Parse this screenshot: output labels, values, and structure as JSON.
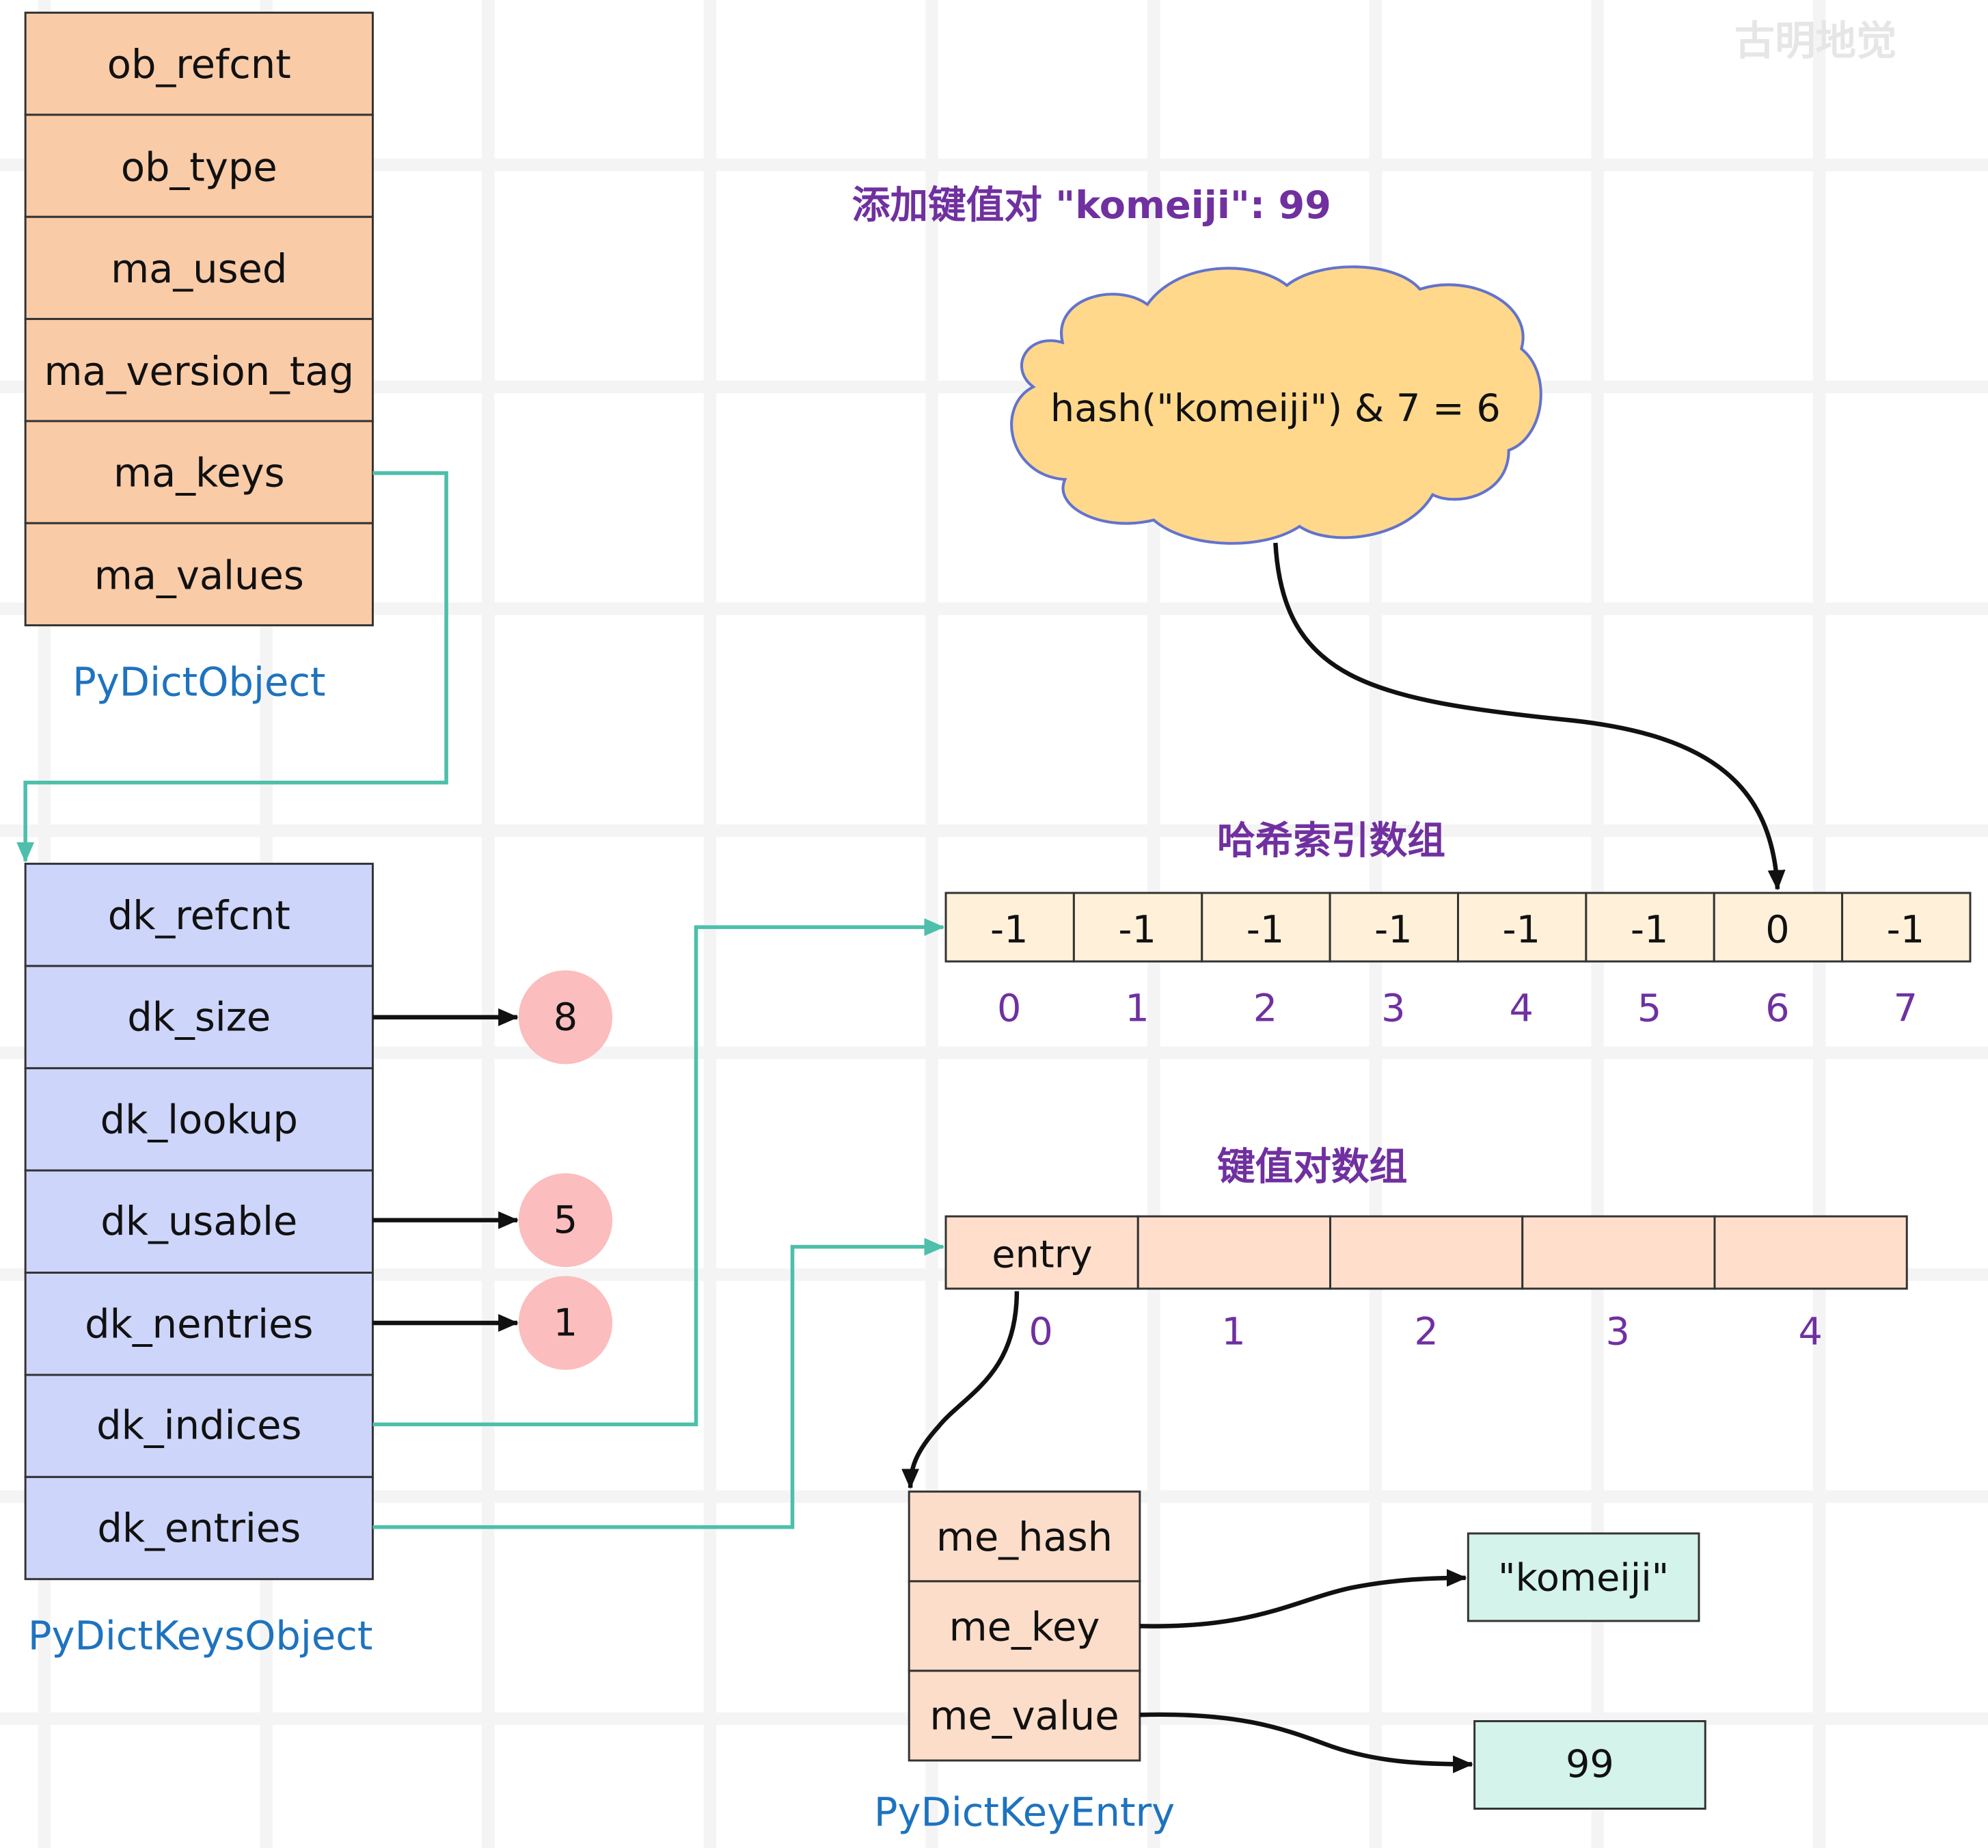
{
  "watermark": "古明地觉",
  "title": "添加键值对 \"komeiji\": 99",
  "dict_object": {
    "label": "PyDictObject",
    "fields": [
      "ob_refcnt",
      "ob_type",
      "ma_used",
      "ma_version_tag",
      "ma_keys",
      "ma_values"
    ]
  },
  "keys_object": {
    "label": "PyDictKeysObject",
    "fields": [
      "dk_refcnt",
      "dk_size",
      "dk_lookup",
      "dk_usable",
      "dk_nentries",
      "dk_indices",
      "dk_entries"
    ],
    "dk_size_value": "8",
    "dk_usable_value": "5",
    "dk_nentries_value": "1"
  },
  "hash_expression": "hash(\"komeiji\") & 7 = 6",
  "indices_array": {
    "title": "哈希索引数组",
    "values": [
      "-1",
      "-1",
      "-1",
      "-1",
      "-1",
      "-1",
      "0",
      "-1"
    ],
    "index_labels": [
      "0",
      "1",
      "2",
      "3",
      "4",
      "5",
      "6",
      "7"
    ]
  },
  "entries_array": {
    "title": "键值对数组",
    "entry_label": "entry",
    "index_labels": [
      "0",
      "1",
      "2",
      "3",
      "4"
    ]
  },
  "key_entry": {
    "label": "PyDictKeyEntry",
    "fields": [
      "me_hash",
      "me_key",
      "me_value"
    ],
    "key_value": "\"komeiji\"",
    "value_value": "99"
  },
  "colors": {
    "dict_fill": "#F9CBA7",
    "keys_fill": "#CDD5FB",
    "circle_fill": "#FBBDBD",
    "teal": "#4DBFAA",
    "arrow_black": "#111111",
    "cell_border": "#333333",
    "index_fill": "#FFF1D9",
    "entries_fill": "#FFDFCC",
    "key_entry_fill": "#FCDDCA",
    "value_fill": "#D3F3EB",
    "cloud_fill": "#FFD88C",
    "cloud_stroke": "#6373CC",
    "title_purple": "#7030A0",
    "label_blue": "#1E73BE",
    "watermark": "#E6E6E6"
  }
}
